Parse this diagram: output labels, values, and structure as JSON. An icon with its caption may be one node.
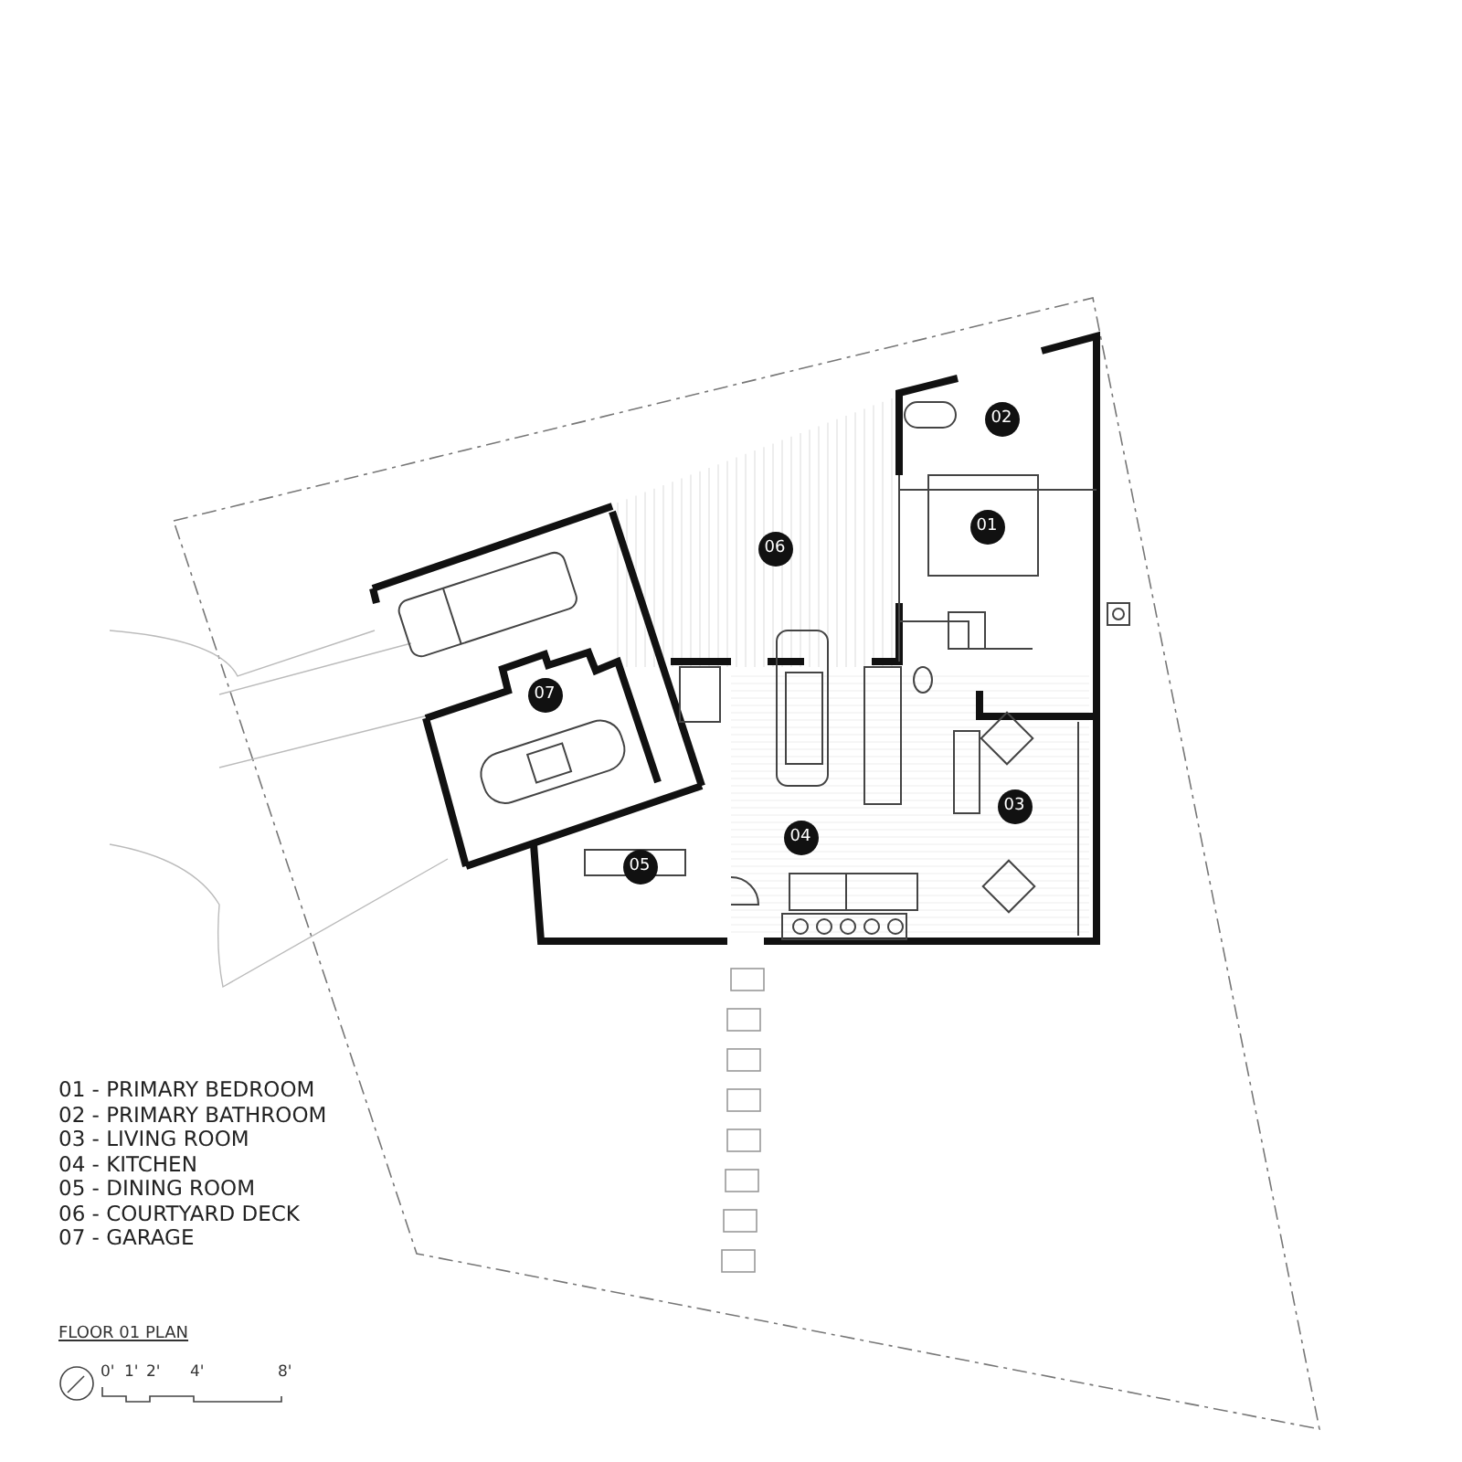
{
  "diagram": {
    "title": "FLOOR 01 PLAN",
    "nodes": [
      {
        "text": [
          "02"
        ]
      },
      {
        "text": [
          "01"
        ]
      },
      {
        "text": [
          "06"
        ]
      },
      {
        "text": [
          "07"
        ]
      },
      {
        "text": [
          "03"
        ]
      },
      {
        "text": [
          "04"
        ]
      },
      {
        "text": [
          "05"
        ]
      }
    ],
    "labels": [
      "01 - PRIMARY BEDROOM",
      "02 - PRIMARY BATHROOM",
      "03 - LIVING ROOM",
      "04 - KITCHEN",
      "05 - DINING ROOM",
      "06 - COURTYARD DECK",
      "07 - GARAGE",
      "0'",
      "1'",
      "2'",
      "4'",
      "8'"
    ]
  }
}
